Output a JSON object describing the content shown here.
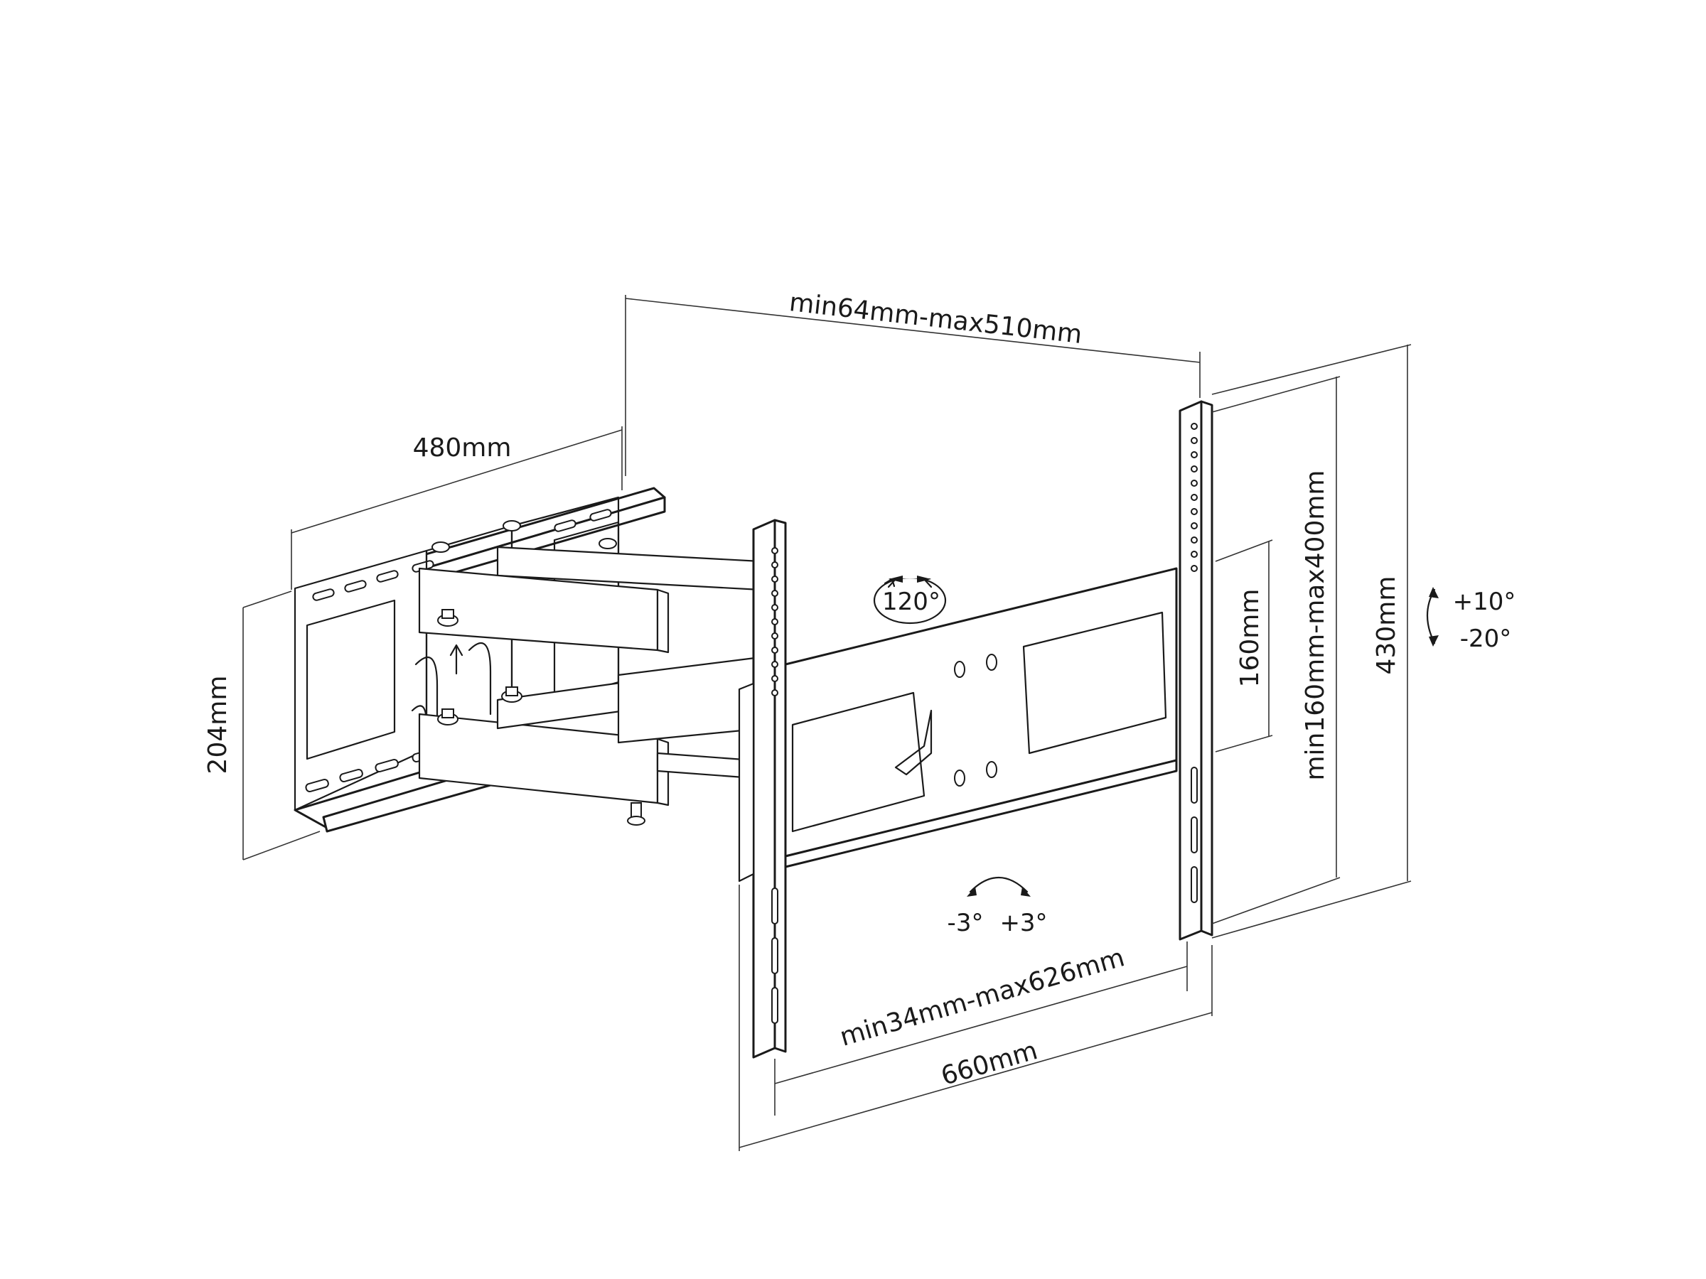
{
  "diagram": {
    "dimensions": {
      "arm_extension": "min64mm-max510mm",
      "wall_plate_width": "480mm",
      "wall_plate_height": "204mm",
      "swivel_angle": "120°",
      "vertical_hole_spacing": "160mm",
      "vesa_vertical_range": "min160mm-max400mm",
      "bracket_height": "430mm",
      "tilt_up": "+10°",
      "tilt_down": "-20°",
      "roll_left": "-3°",
      "roll_right": "+3°",
      "vesa_horizontal_range": "min34mm-max626mm",
      "bracket_width": "660mm"
    }
  }
}
